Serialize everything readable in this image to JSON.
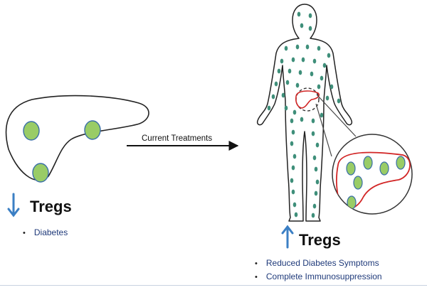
{
  "diagram": {
    "arrow_label": "Current Treatments",
    "left": {
      "tregs_label": "Tregs",
      "tregs_direction": "down",
      "bullets": [
        "Diabetes"
      ]
    },
    "right": {
      "tregs_label": "Tregs",
      "tregs_direction": "up",
      "bullets": [
        "Reduced Diabetes Symptoms",
        "Complete Immunosuppression"
      ]
    },
    "colors": {
      "cell_fill": "#99cc66",
      "cell_stroke": "#3a6fa8",
      "body_dot": "#3f8f7a",
      "arrow_blue": "#3b7fc4",
      "highlight_red": "#d22626",
      "bullet_text": "#1f3a7a"
    }
  }
}
